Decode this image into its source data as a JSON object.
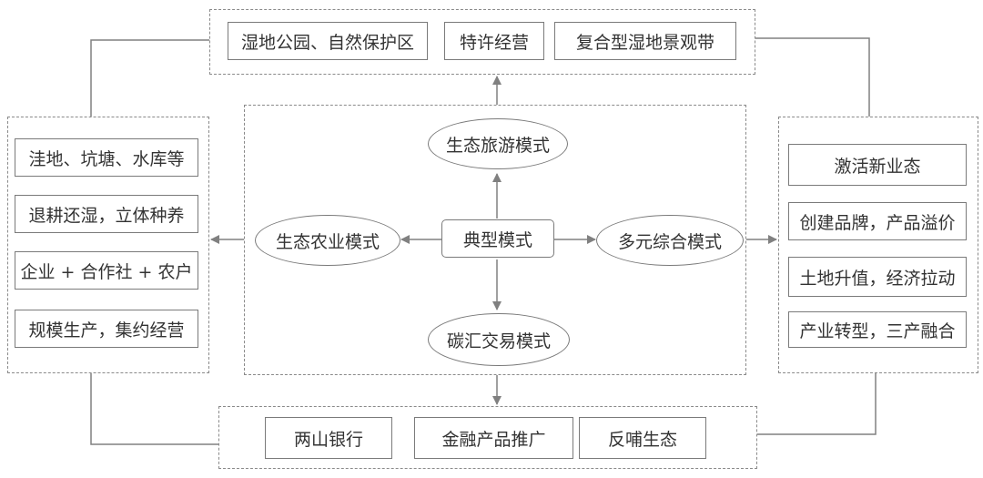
{
  "center": {
    "label": "典型模式"
  },
  "modes": {
    "top": "生态旅游模式",
    "left": "生态农业模式",
    "right": "多元综合模式",
    "bottom": "碳汇交易模式"
  },
  "top_group": {
    "items": [
      "湿地公园、自然保护区",
      "特许经营",
      "复合型湿地景观带"
    ]
  },
  "left_group": {
    "items": [
      "洼地、坑塘、水库等",
      "退耕还湿，立体种养",
      "企业 + 合作社 + 农户",
      "规模生产，集约经营"
    ]
  },
  "right_group": {
    "items": [
      "激活新业态",
      "创建品牌，产品溢价",
      "土地升值，经济拉动",
      "产业转型，三产融合"
    ]
  },
  "bottom_group": {
    "items": [
      "两山银行",
      "金融产品推广",
      "反哺生态"
    ]
  },
  "colors": {
    "line": "#808080",
    "arrow": "#808080",
    "border": "#7a7a7a",
    "dashed_border": "#8a8a8a",
    "text": "#333333"
  }
}
